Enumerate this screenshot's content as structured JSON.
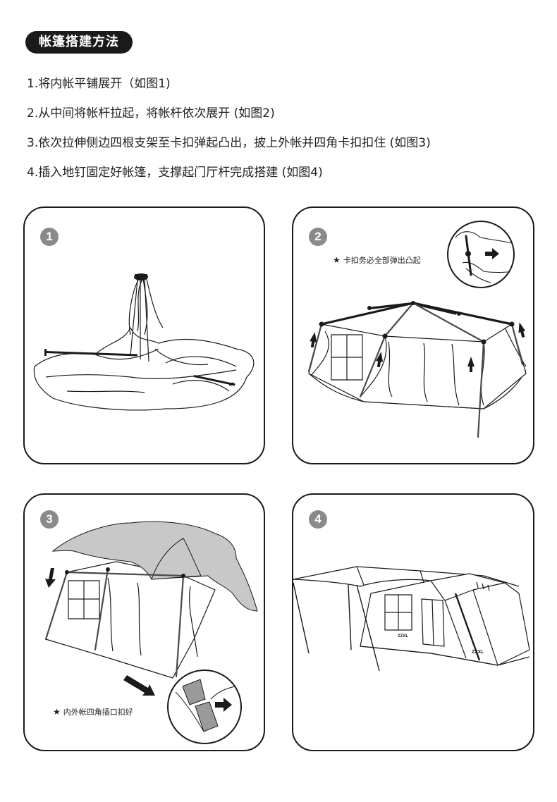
{
  "title": "帐篷搭建方法",
  "steps": [
    "1.将内帐平铺展开（如图1)",
    "2.从中间将帐杆拉起，将帐杆依次展开 (如图2)",
    "3.依次拉伸侧边四根支架至卡扣弹起凸出，披上外帐并四角卡扣扣住 (如图3)",
    "4.插入地钉固定好帐篷，支撑起门厅杆完成搭建 (如图4)"
  ],
  "panels": [
    {
      "number": "1",
      "note": ""
    },
    {
      "number": "2",
      "note": "卡扣务必全部弹出凸起"
    },
    {
      "number": "3",
      "note": "内外帐四角插口扣好"
    },
    {
      "number": "4",
      "note": "",
      "brand_mark": "ZZXL"
    }
  ],
  "note_marker": "★",
  "colors": {
    "line": "#1a1a1a",
    "canvas_gray": "#c8c8c8",
    "light_gray": "#e2e2e2",
    "badge": "#8a8a8a"
  },
  "icons": [
    "star-icon",
    "arrow-up-icon",
    "arrow-down-icon",
    "arrow-right-icon"
  ]
}
